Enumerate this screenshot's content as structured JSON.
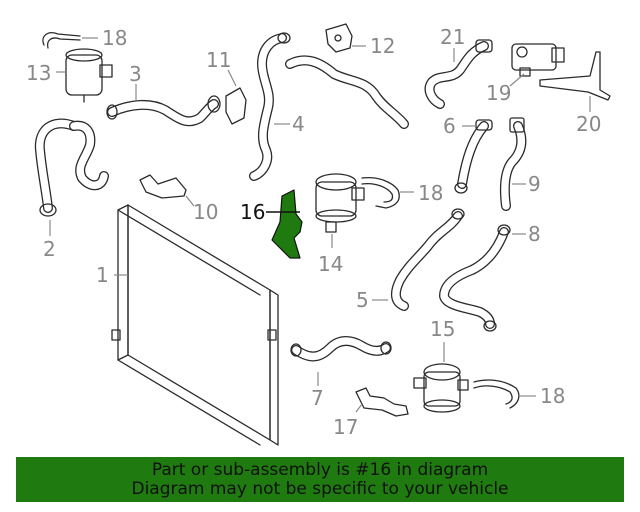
{
  "callouts": {
    "c1": "1",
    "c2": "2",
    "c3": "3",
    "c4": "4",
    "c5": "5",
    "c6": "6",
    "c7": "7",
    "c8": "8",
    "c9": "9",
    "c10": "10",
    "c11": "11",
    "c12": "12",
    "c13": "13",
    "c14": "14",
    "c15": "15",
    "c16": "16",
    "c17": "17",
    "c18a": "18",
    "c18b": "18",
    "c18c": "18",
    "c19": "19",
    "c20": "20",
    "c21": "21"
  },
  "highlighted_part": "16",
  "colors": {
    "highlight": "#1f7a10",
    "callout": "#888888",
    "line": "#2b2b2b"
  },
  "footer": {
    "line1": "Part or sub-assembly is #16 in diagram",
    "line2": "Diagram may not be specific to your vehicle"
  }
}
